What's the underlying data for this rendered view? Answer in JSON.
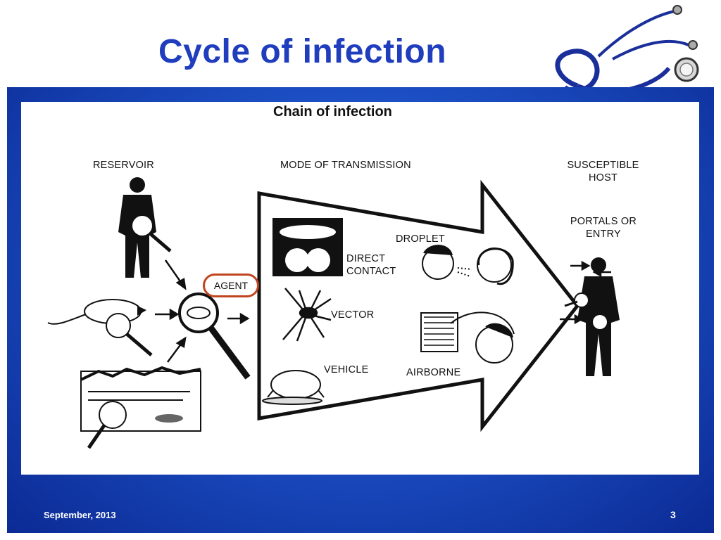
{
  "slide": {
    "title": "Cycle of infection",
    "footer_date": "September, 2013",
    "page_number": "3"
  },
  "diagram": {
    "title": "Chain of infection",
    "reservoir_label": "RESERVOIR",
    "agent_label": "AGENT",
    "transmission_label": "MODE OF TRANSMISSION",
    "host_label": "SUSCEPTIBLE HOST",
    "portals_label": "PORTALS OR ENTRY",
    "modes": {
      "direct_contact": "DIRECT CONTACT",
      "droplet": "DROPLET",
      "vector": "VECTOR",
      "vehicle": "VEHICLE",
      "airborne": "AIRBORNE"
    }
  },
  "colors": {
    "title": "#1f3dbd",
    "panel": "#1c4fc4",
    "agent_circle": "#c0451f"
  },
  "icons": [
    "stethoscope-icon",
    "person-silhouette-icon",
    "magnifying-glass-icon",
    "rat-icon",
    "pond-icon",
    "spider-icon",
    "chicken-icon"
  ]
}
